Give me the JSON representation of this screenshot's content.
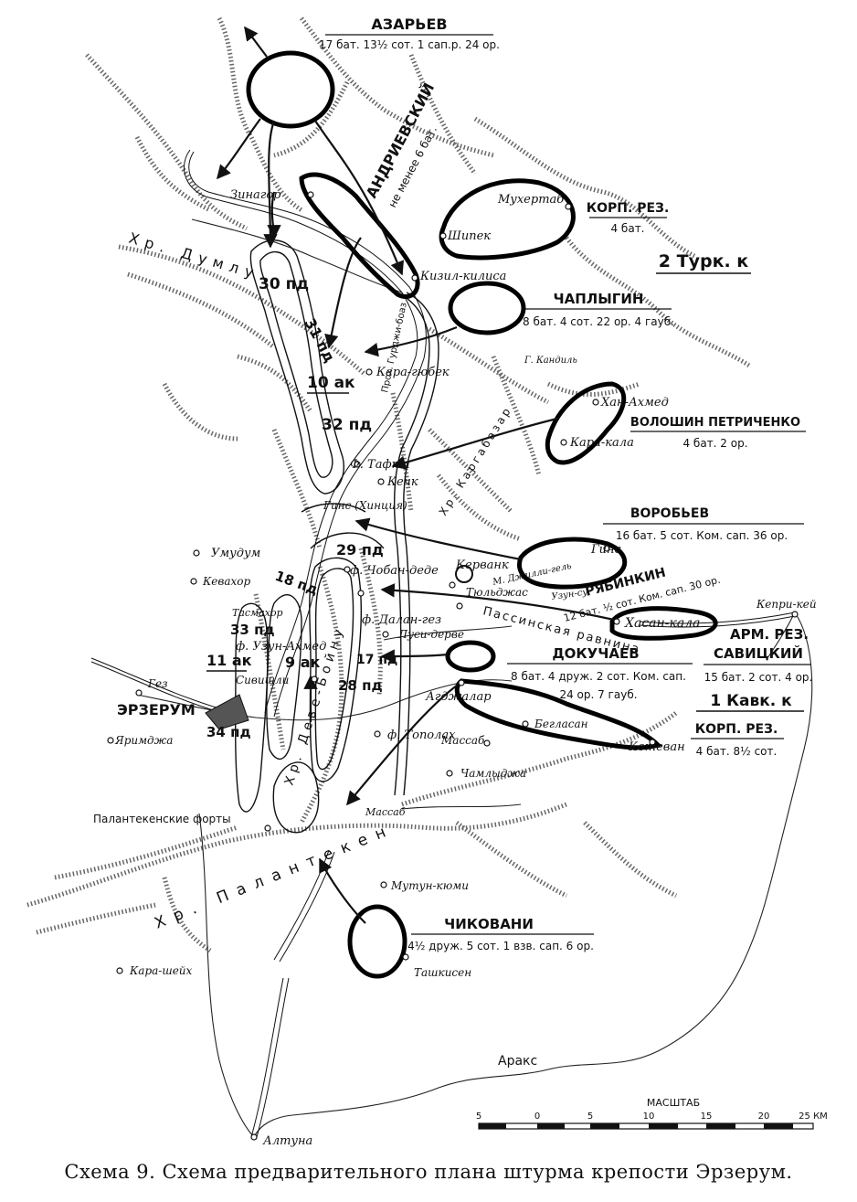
{
  "caption": "Схема 9. Схема предварительного плана штурма крепости Эрзерум.",
  "scale": {
    "title": "МАСШТАБ",
    "ticks": [
      "5",
      "0",
      "5",
      "10",
      "15",
      "20",
      "25 КМ"
    ]
  },
  "groups": {
    "azaryev": {
      "name": "АЗАРЬЕВ",
      "strength": "17 бат. 13½ сот. 1 сап.р. 24 ор."
    },
    "andrievsky": {
      "name": "АНДРИЕВСКИЙ",
      "strength": "не менее 6 бат."
    },
    "korp_rez_top": {
      "name": "КОРП. РЕЗ.",
      "strength": "4 бат."
    },
    "turk2": {
      "name": "2 Турк. к"
    },
    "chaplygin": {
      "name": "ЧАПЛЫГИН",
      "strength": "8 бат. 4 сот. 22 ор. 4 гауб."
    },
    "voloshin": {
      "name": "ВОЛОШИН ПЕТРИЧЕНКО",
      "strength": "4 бат. 2 ор."
    },
    "vorobyev": {
      "name": "ВОРОБЬЕВ",
      "strength": "16 бат. 5 сот. Ком. сап. 36 ор."
    },
    "ryabinkin": {
      "name": "РЯБИНКИН",
      "strength": "12 бат. ½ сот. Ком. сап. 30 ор."
    },
    "arm_rez": {
      "name": "АРМ. РЕЗ.",
      "commander": "САВИЦКИЙ",
      "strength": "15 бат. 2 сот. 4 ор."
    },
    "dokuchaev": {
      "name": "ДОКУЧАЕВ",
      "strength": "8 бат. 4 друж. 2 сот. Ком. сап.",
      "strength2": "24 ор. 7 гауб."
    },
    "kavk1": {
      "name": "1 Кавк. к"
    },
    "korp_rez_bottom": {
      "name": "КОРП. РЕЗ.",
      "strength": "4 бат. 8½ сот."
    },
    "chikovani": {
      "name": "ЧИКОВАНИ",
      "strength": "4½ друж. 5 сот. 1 взв. сап. 6 ор."
    }
  },
  "enemy_units": {
    "pd30": "30 пд",
    "pd31": "31 пд",
    "ak10": "10 ак",
    "pd32": "32 пд",
    "pd29": "29 пд",
    "pd18": "18 пд",
    "pd33": "33 пд",
    "pd17": "17 пд",
    "ak11": "11 ак",
    "ak9": "9 ак",
    "pd28": "28 пд",
    "pd34": "34 пд"
  },
  "places": {
    "zinagor": "Зинагор",
    "mukhertab": "Мухертаб",
    "shipek": "Шипек",
    "kizil_kilisa": "Кизил-килиса",
    "kara_gyubek": "Кара-гюбек",
    "kandil": "Г. Кандиль",
    "khan_akhmed": "Хан-Ахмед",
    "kara_kala": "Кара-кала",
    "tafta": "Ф. Тафта",
    "kechk": "Кечк",
    "gins_khintsiya": "Гинс (Хинция)",
    "umudum": "Умудум",
    "kevakhor": "Кевахор",
    "kervank": "Керванк",
    "gins": "Гинс",
    "choban_dede": "ф. Чобан-деде",
    "tuldzhas": "Тюльджас",
    "dalan_gez": "ф. Далан-гез",
    "lusi_derve": "Луси-дерве",
    "tasmakhor": "Тасмахор",
    "uzun_akhmed": "ф. Узун-Ахмед",
    "sivishli": "Сивишли",
    "gez": "Гез",
    "erzerum": "ЭРЗЕРУМ",
    "yarimdzha": "Яримджа",
    "topolakh": "ф. Тополах",
    "adzhalar": "Агджалар",
    "beglasan": "Бегласан",
    "massab": "Массаб",
    "massab_river": "Массаб",
    "chamlydzha": "Чамлыджа",
    "ketevan": "Кетеван",
    "khasan_kala": "Хасан-кала",
    "kepri_kei": "Кепри-кей",
    "palantekenskie": "Палантекенские форты",
    "mutun_kyumi": "Мутун-кюми",
    "tashkisen": "Ташкисен",
    "kara_sheikh": "Кара-шейх",
    "araks": "Аракс",
    "altuna": "Алтуна"
  },
  "terrain": {
    "dumlu": "Хр. Думлу",
    "deve_boinu": "Хр. Деве-Бойну",
    "palanteken": "Хр. Палантекен",
    "kargabazar": "Хр. Каргабазар",
    "prokhod_gurdzhi": "Прох. Гурджи-боаз",
    "passin_plain": "Пассинская равнина",
    "dzhilli_gol": "М. Джилли-гель",
    "uzun_su": "Узун-су"
  }
}
